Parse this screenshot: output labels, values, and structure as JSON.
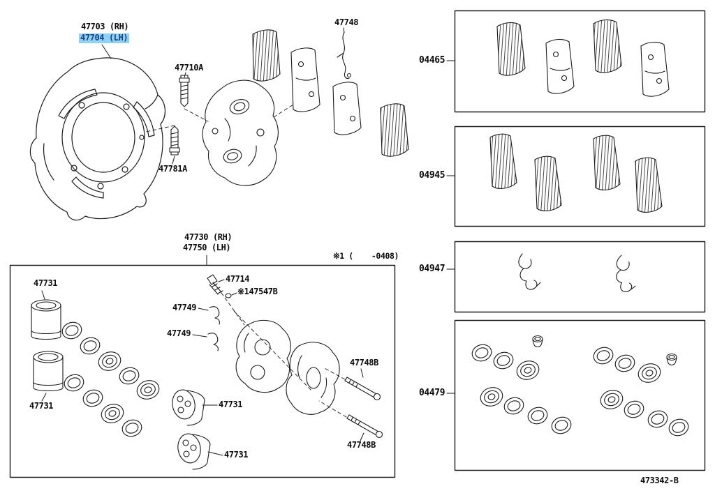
{
  "diagram": {
    "doc_number": "473342-B",
    "applicability_note": "※1 (    -0408)",
    "highlight_color": "#8ed3f2",
    "line_color": "#1a1a1a"
  },
  "parts": {
    "p47703": "47703 (RH)",
    "p47704": "47704 (LH)",
    "p47710A": "47710A",
    "p47781A": "47781A",
    "p47748": "47748",
    "p47730": "47730 (RH)",
    "p47750": "47750 (LH)",
    "p47731": "47731",
    "p47714": "47714",
    "p47547B": "※147547B",
    "p47749": "47749",
    "p47748B": "47748B"
  },
  "kits": [
    {
      "id": "04465"
    },
    {
      "id": "04945"
    },
    {
      "id": "04947"
    },
    {
      "id": "04479"
    }
  ]
}
